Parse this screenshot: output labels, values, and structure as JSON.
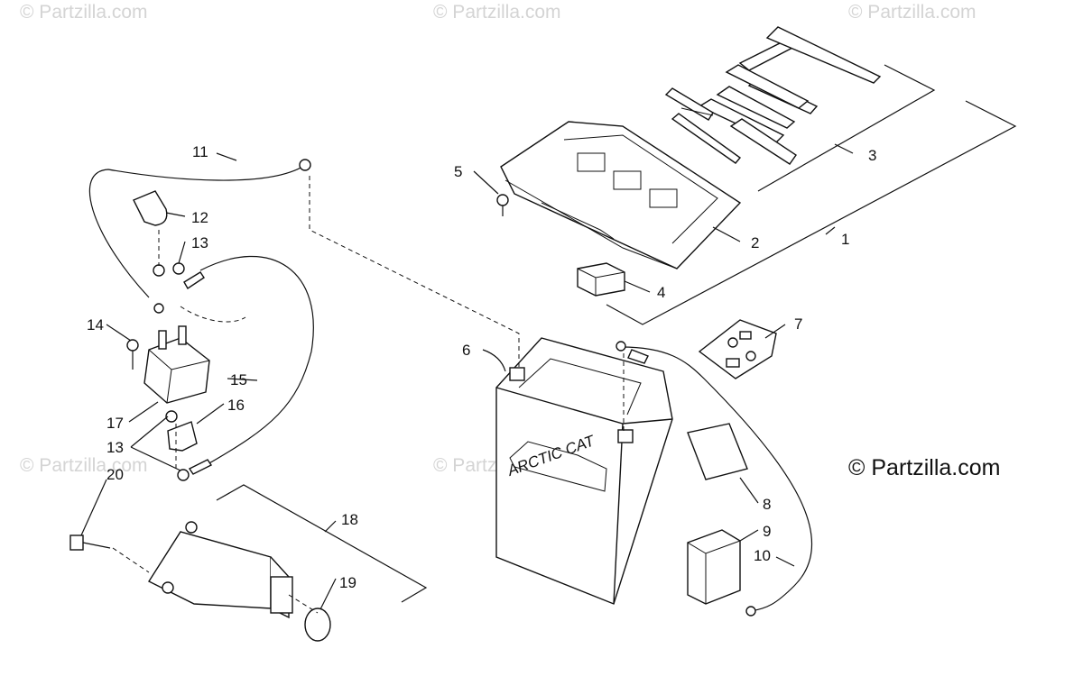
{
  "watermarks": [
    "© Partzilla.com",
    "© Partzilla.com",
    "© Partzilla.com",
    "© Partzilla.com",
    "© Partzilla.com"
  ],
  "copyright": "© Partzilla.com",
  "battery_brand": "ARCTIC CAT",
  "callouts": [
    "1",
    "2",
    "3",
    "4",
    "5",
    "6",
    "7",
    "8",
    "9",
    "10",
    "11",
    "12",
    "13",
    "14",
    "15",
    "16",
    "17",
    "13",
    "18",
    "19",
    "20"
  ]
}
